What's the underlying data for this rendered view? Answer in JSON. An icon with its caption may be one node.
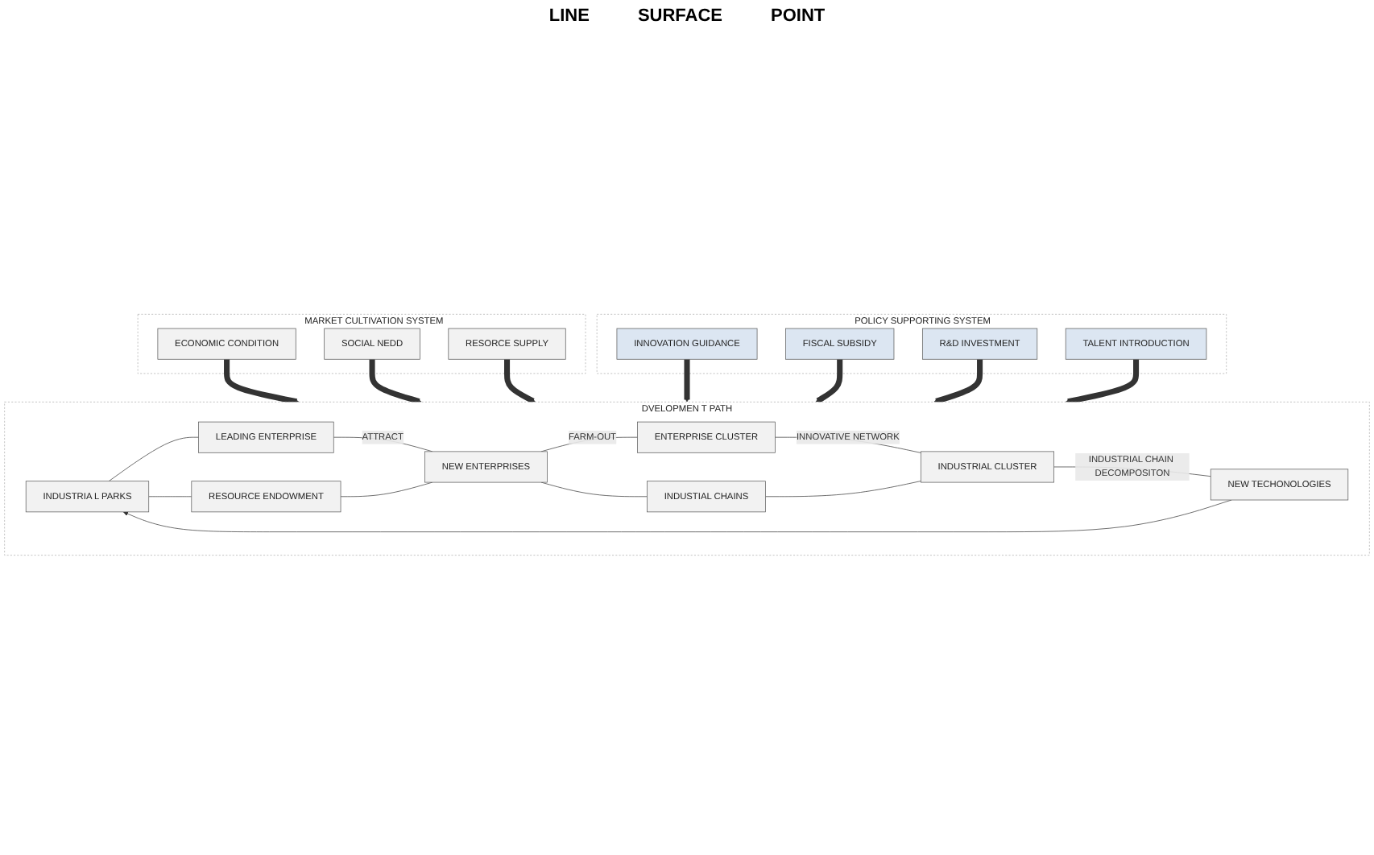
{
  "diagram": {
    "nodes": [
      {
        "text": [
          "MARKET CULTIVATION SYSTEM"
        ]
      },
      {
        "text": [
          "ECONOMIC CONDITION"
        ],
        "in": 0
      },
      {
        "text": [
          "SOCIAL NEDD"
        ],
        "in": 0
      },
      {
        "text": [
          "RESORCE SUPPLY"
        ],
        "in": 0
      },
      {
        "text": [
          "DVELOPMEN T PATH"
        ]
      },
      {
        "text": [
          "INDUSTRIA L PARKS"
        ],
        "in": 4
      },
      {
        "text": [
          "LEADING ENTERPRISE"
        ],
        "in": 4
      },
      {
        "text": [
          "RESOURCE ENDOWMENT"
        ],
        "in": 4
      },
      {
        "text": [
          "NEW ENTERPRISES"
        ],
        "in": 4
      },
      {
        "text": [
          "ENTERPRISE CLUSTER"
        ],
        "in": 4
      },
      {
        "text": [
          "INDUSTIAL CHAINS"
        ],
        "in": 4
      },
      {
        "text": [
          "INDUSTRIAL CLUSTER"
        ],
        "in": 4
      },
      {
        "text": [
          "NEW TECHONOLOGIES"
        ],
        "in": 4
      },
      {
        "text": [
          "POLICY SUPPORTING SYSTEM"
        ]
      },
      {
        "text": [
          "INNOVATION GUIDANCE"
        ],
        "in": 13
      },
      {
        "text": [
          "FISCAL SUBSIDY"
        ],
        "in": 13
      },
      {
        "text": [
          "R&D INVESTMENT"
        ],
        "in": 13
      },
      {
        "text": [
          "TALENT INTRODUCTION"
        ],
        "in": 13
      }
    ],
    "edges": [
      {
        "from": 1,
        "to": 4,
        "arrow": "to",
        "style": "thick"
      },
      {
        "from": 2,
        "to": 4,
        "arrow": "to",
        "style": "thick"
      },
      {
        "from": 3,
        "to": 4,
        "arrow": "to",
        "style": "thick"
      },
      {
        "from": 5,
        "to": 6,
        "arrow": "none"
      },
      {
        "from": 5,
        "to": 7,
        "arrow": "none"
      },
      {
        "from": 6,
        "to": 8,
        "arrow": "none",
        "label": "ATTRACT"
      },
      {
        "from": 7,
        "to": 8,
        "arrow": "none"
      },
      {
        "from": 8,
        "to": 9,
        "arrow": "none",
        "label": "FARM-OUT"
      },
      {
        "from": 8,
        "to": 10,
        "arrow": "none"
      },
      {
        "from": 9,
        "to": 11,
        "arrow": "none",
        "label": "INNOVATIVE NETWORK"
      },
      {
        "from": 10,
        "to": 11,
        "arrow": "none"
      },
      {
        "from": 11,
        "to": 12,
        "arrow": "none",
        "label": "INDUSTRIAL CHAIN DECOMPOSITON"
      },
      {
        "from": 12,
        "to": 5,
        "arrow": "to"
      },
      {
        "from": 14,
        "to": 4,
        "arrow": "to",
        "style": "thick"
      },
      {
        "from": 15,
        "to": 4,
        "arrow": "to",
        "style": "thick"
      },
      {
        "from": 16,
        "to": 4,
        "arrow": "to",
        "style": "thick"
      },
      {
        "from": 17,
        "to": 4,
        "arrow": "to",
        "style": "thick"
      }
    ],
    "labels": [
      "LINE",
      "SURFACE",
      "POINT"
    ]
  }
}
